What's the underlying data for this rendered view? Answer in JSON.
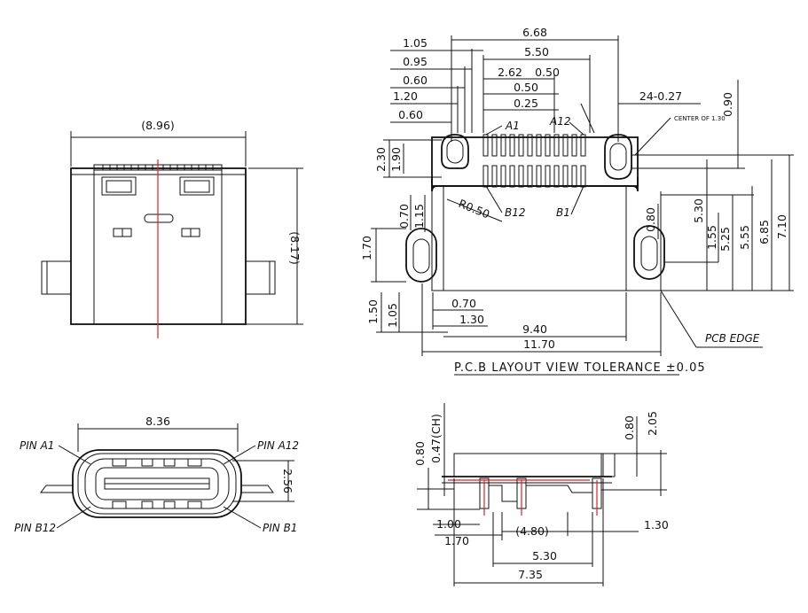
{
  "top_view": {
    "width": "(8.96)",
    "height": "(8.17)"
  },
  "pcb_layout": {
    "top_dims": [
      "6.68",
      "5.50",
      "2.62",
      "0.50",
      "0.50",
      "0.25"
    ],
    "left_dims": [
      "1.05",
      "0.95",
      "0.60",
      "1.20",
      "0.60"
    ],
    "pitch": "24-0.27",
    "center_note": "CENTER OF 1.30",
    "right_top": "0.90",
    "left_vertical": [
      "2.30",
      "1.90",
      "0.70",
      "1.15",
      "1.70",
      "1.50",
      "1.05"
    ],
    "right_vertical": [
      "0.80",
      "5.30",
      "1.55",
      "5.25",
      "5.55",
      "6.85",
      "7.10"
    ],
    "bottom_dims": [
      "0.70",
      "1.30",
      "9.40",
      "11.70"
    ],
    "pin_labels": [
      "A1",
      "A12",
      "B12",
      "B1"
    ],
    "radius": "R0.50",
    "pcb_edge": "PCB EDGE",
    "tolerance": "P.C.B  LAYOUT  VIEW  TOLERANCE  ±0.05"
  },
  "front_view": {
    "width": "8.36",
    "height": "2.56",
    "pins": [
      "PIN A1",
      "PIN A12",
      "PIN B12",
      "PIN B1"
    ]
  },
  "side_view": {
    "top_dims": [
      "0.80",
      "0.47(CH)",
      "0.80",
      "2.05"
    ],
    "bottom_dims": [
      "1.00",
      "1.70",
      "(4.80)",
      "1.30",
      "5.30",
      "7.35"
    ]
  }
}
